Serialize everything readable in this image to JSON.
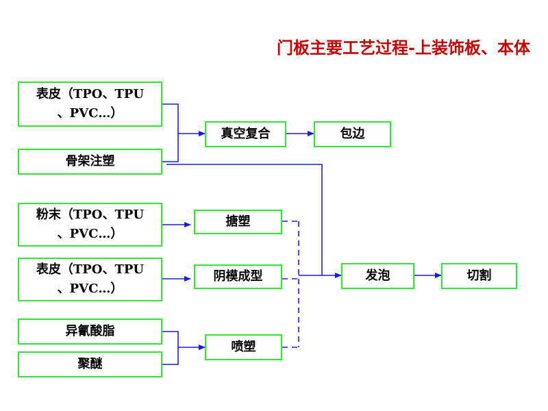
{
  "title": "门板主要工艺过程-上装饰板、本体",
  "colors": {
    "box_border": "#33e433",
    "connector": "#1a1ae6",
    "title": "#c00000"
  },
  "boxes": {
    "skin1": {
      "line1": "表皮（TPO、TPU",
      "line2": "、PVC…）"
    },
    "skeleton": {
      "label": "骨架注塑"
    },
    "vacuum": {
      "label": "真空复合"
    },
    "wrap": {
      "label": "包边"
    },
    "powder": {
      "line1": "粉末（TPO、TPU",
      "line2": "、PVC…）"
    },
    "slush": {
      "label": "搪塑"
    },
    "skin2": {
      "line1": "表皮（TPO、TPU",
      "line2": "、PVC…）"
    },
    "imold": {
      "label": "阴模成型"
    },
    "iso": {
      "label": "异氰酸脂"
    },
    "polyether": {
      "label": "聚醚"
    },
    "spray": {
      "label": "喷塑"
    },
    "foam": {
      "label": "发泡"
    },
    "cut": {
      "label": "切割"
    }
  }
}
